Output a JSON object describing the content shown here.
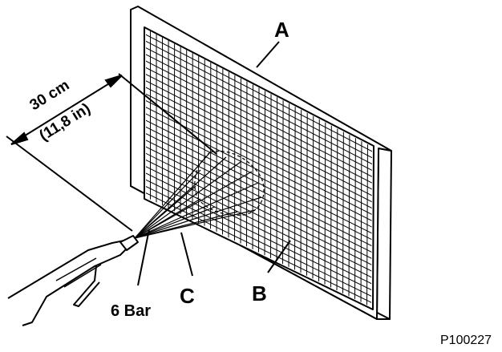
{
  "labels": {
    "a": "A",
    "b": "B",
    "c": "C",
    "pressure": "6 Bar",
    "distance_metric": "30 cm",
    "distance_imperial": "(11,8 in)"
  },
  "figure_code": "P100227",
  "colors": {
    "line": "#000000",
    "background": "#ffffff",
    "frame_fill": "#ffffff"
  }
}
